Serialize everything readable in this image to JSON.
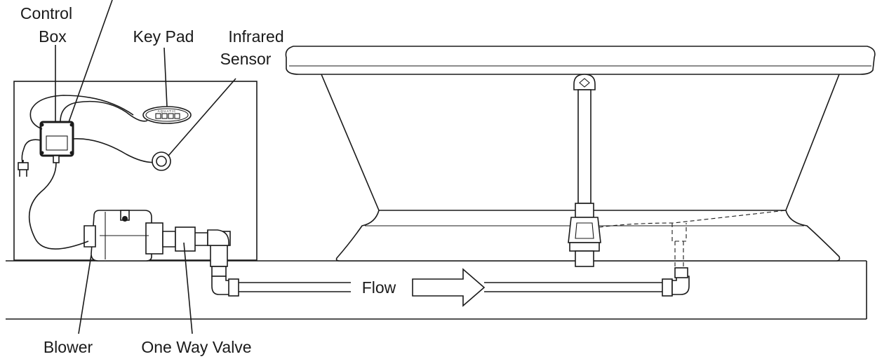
{
  "labels": {
    "control_box_line1": "Control",
    "control_box_line2": "Box",
    "key_pad": "Key Pad",
    "infrared_line1": "Infrared",
    "infrared_line2": "Sensor",
    "blower": "Blower",
    "one_way_valve": "One Way Valve",
    "flow": "Flow"
  },
  "keypad_brand": "AQUATIC"
}
